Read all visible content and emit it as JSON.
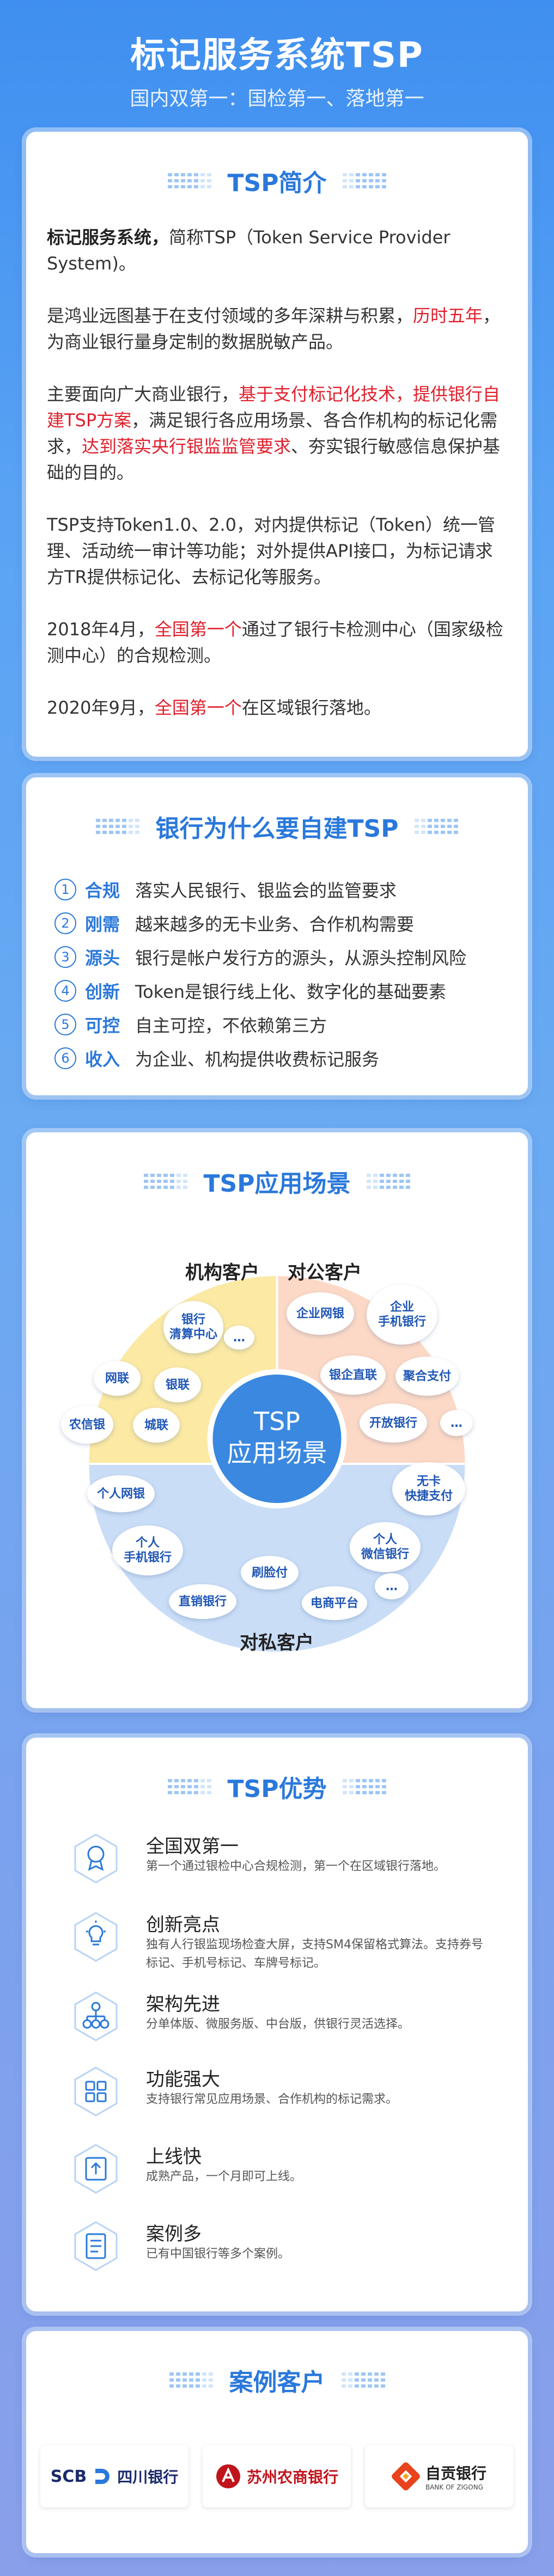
{
  "header": {
    "title": "标记服务系统TSP",
    "subtitle": "国内双第一：国检第一、落地第一"
  },
  "intro": {
    "title": "TSP简介",
    "p1_bold": "标记服务系统，",
    "p1_rest": "简称TSP（Token Service Provider System)。",
    "p2_a": "是鸿业远图基于在支付领域的多年深耕与积累，",
    "p2_hl": "历时五年",
    "p2_b": "，为商业银行量身定制的数据脱敏产品。",
    "p3_a": "主要面向广大商业银行，",
    "p3_hl1": "基于支付标记化技术，提供银行自建TSP方案",
    "p3_b": "，满足银行各应用场景、各合作机构的标记化需求，",
    "p3_hl2": "达到落实央行银监监管要求",
    "p3_c": "、夯实银行敏感信息保护基础的目的。",
    "p4": "TSP支持Token1.0、2.0，对内提供标记（Token）统一管理、活动统一审计等功能；对外提供API接口，为标记请求方TR提供标记化、去标记化等服务。",
    "p5_a": "2018年4月，",
    "p5_hl": "全国第一个",
    "p5_b": "通过了银行卡检测中心（国家级检测中心）的合规检测。",
    "p6_a": "2020年9月，",
    "p6_hl": "全国第一个",
    "p6_b": "在区域银行落地。"
  },
  "why": {
    "title": "银行为什么要自建TSP",
    "items": [
      {
        "num": "1",
        "key": "合规",
        "text": "落实人民银行、银监会的监管要求"
      },
      {
        "num": "2",
        "key": "刚需",
        "text": "越来越多的无卡业务、合作机构需要"
      },
      {
        "num": "3",
        "key": "源头",
        "text": "银行是帐户发行方的源头，从源头控制风险"
      },
      {
        "num": "4",
        "key": "创新",
        "text": "Token是银行线上化、数字化的基础要素"
      },
      {
        "num": "5",
        "key": "可控",
        "text": "自主可控，不依赖第三方"
      },
      {
        "num": "6",
        "key": "收入",
        "text": "为企业、机构提供收费标记服务"
      }
    ]
  },
  "scene": {
    "title": "TSP应用场景",
    "center_line1": "TSP",
    "center_line2": "应用场景",
    "group_institution": "机构客户",
    "group_corporate": "对公客户",
    "group_private": "对私客户",
    "institution": [
      "银行\n清算中心",
      "…",
      "网联",
      "银联",
      "农信银",
      "城联"
    ],
    "corporate": [
      "企业网银",
      "企业\n手机银行",
      "银企直联",
      "聚合支付",
      "开放银行",
      "…"
    ],
    "private": [
      "个人网银",
      "无卡\n快捷支付",
      "个人\n手机银行",
      "个人\n微信银行",
      "刷脸付",
      "直销银行",
      "电商平台",
      "…"
    ],
    "colors": {
      "institution": "#fbe9a4",
      "corporate": "#fcd9c6",
      "private": "#c9ddf7",
      "center": "#3a88e0"
    }
  },
  "adv": {
    "title": "TSP优势",
    "items": [
      {
        "icon": "award-icon",
        "title": "全国双第一",
        "desc": "第一个通过银检中心合规检测，第一个在区域银行落地。"
      },
      {
        "icon": "lightbulb-icon",
        "title": "创新亮点",
        "desc": "独有人行银监现场检查大屏，支持SM4保留格式算法。支持券号标记、手机号标记、车牌号标记。"
      },
      {
        "icon": "architecture-icon",
        "title": "架构先进",
        "desc": "分单体版、微服务版、中台版，供银行灵活选择。"
      },
      {
        "icon": "modules-icon",
        "title": "功能强大",
        "desc": "支持银行常见应用场景、合作机构的标记需求。"
      },
      {
        "icon": "upload-icon",
        "title": "上线快",
        "desc": "成熟产品，一个月即可上线。"
      },
      {
        "icon": "document-icon",
        "title": "案例多",
        "desc": "已有中国银行等多个案例。"
      }
    ]
  },
  "cases": {
    "title": "案例客户",
    "logos": [
      {
        "name": "SCB四川银行",
        "a": "SCB",
        "b": "四川银行",
        "color": "#1a2a6b"
      },
      {
        "name": "苏州农商银行",
        "a": "",
        "b": "苏州农商银行",
        "color": "#c0141c"
      },
      {
        "name": "自贡银行",
        "a": "自贡银行",
        "b": "BANK OF ZIGONG",
        "color": "#222222"
      }
    ]
  }
}
